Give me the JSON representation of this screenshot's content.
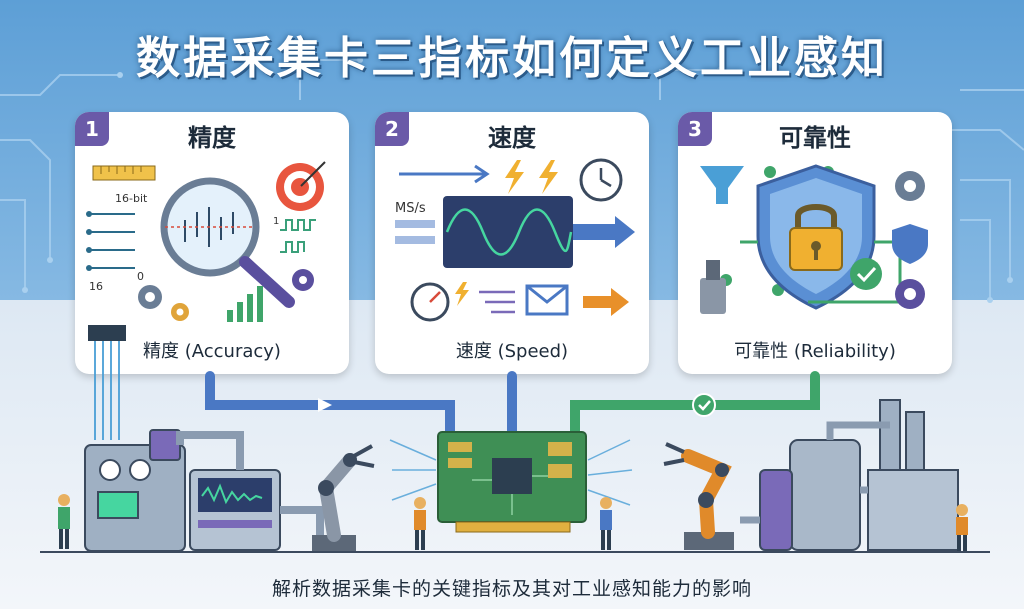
{
  "title": "数据采集卡三指标如何定义工业感知",
  "subtitle": "解析数据采集卡的关键指标及其对工业感知能力的影响",
  "cards": [
    {
      "number": "1",
      "title": "精度",
      "caption": "精度 (Accuracy)",
      "labels": [
        "16-bit",
        "16",
        "0",
        "1"
      ],
      "icons": [
        "ruler-icon",
        "target-icon",
        "magnifier-icon",
        "gear-icon",
        "bar-chart-icon",
        "digital-signal-icon",
        "chip-icon"
      ]
    },
    {
      "number": "2",
      "title": "速度",
      "caption": "速度 (Speed)",
      "labels": [
        "MS/s"
      ],
      "icons": [
        "arrow-icon",
        "lightning-icon",
        "clock-icon",
        "waveform-icon",
        "speedometer-icon",
        "envelope-icon"
      ]
    },
    {
      "number": "3",
      "title": "可靠性",
      "caption": "可靠性 (Reliability)",
      "labels": [],
      "icons": [
        "funnel-icon",
        "shield-icon",
        "lock-icon",
        "check-icon",
        "gear-icon",
        "sensor-icon"
      ]
    }
  ],
  "colors": {
    "sky": "#5d9fd6",
    "card_badge": "#6a5aa8",
    "pcb": "#3f8f55",
    "pipe_blue": "#4a78c4",
    "pipe_green": "#3fa56a",
    "robot_orange": "#e08a2a"
  }
}
